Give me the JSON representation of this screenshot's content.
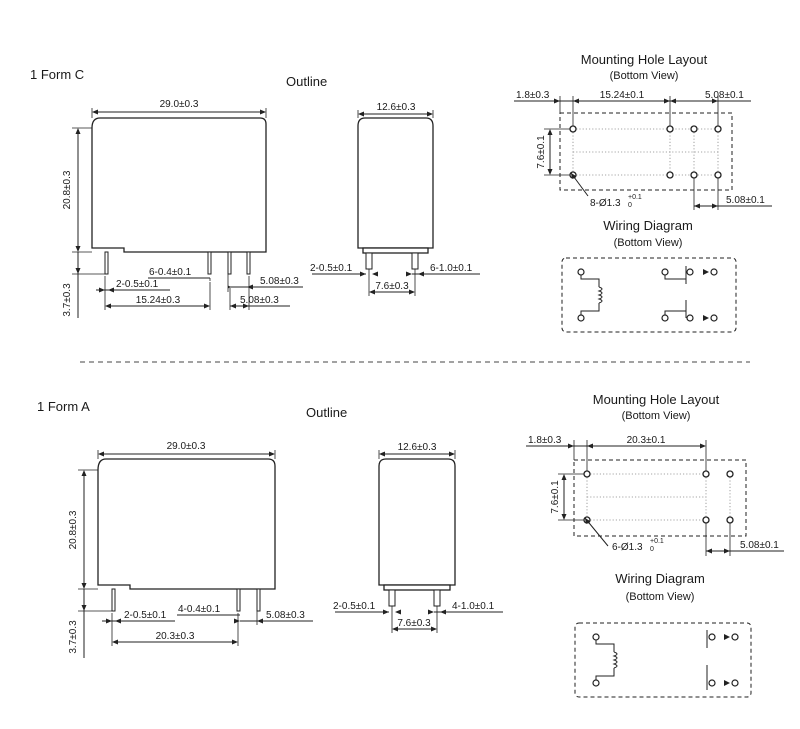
{
  "form_c": {
    "title": "1 Form C",
    "outline_title": "Outline",
    "front": {
      "width": "29.0±0.3",
      "height": "20.8±0.3",
      "pin_length": "3.7±0.3",
      "pin_width": "6-0.4±0.1",
      "pin_thickness": "2-0.5±0.1",
      "pitch_main": "15.24±0.3",
      "pitch_right_top": "5.08±0.3",
      "pitch_right_bottom": "5.08±0.3"
    },
    "side": {
      "width": "12.6±0.3",
      "pin_thickness": "2-0.5±0.1",
      "pin_width": "6-1.0±0.1",
      "pitch": "7.6±0.3"
    },
    "mounting": {
      "title": "Mounting Hole Layout",
      "subtitle": "(Bottom View)",
      "offset": "1.8±0.3",
      "pitch_main": "15.24±0.1",
      "pitch_right": "5.08±0.1",
      "row_pitch": "7.6±0.1",
      "holes": "8-Ø1.3",
      "tol_plus": "+0.1",
      "tol_zero": "0",
      "pitch_bottom": "5.08±0.1"
    },
    "wiring": {
      "title": "Wiring Diagram",
      "subtitle": "(Bottom View)"
    }
  },
  "form_a": {
    "title": "1 Form A",
    "outline_title": "Outline",
    "front": {
      "width": "29.0±0.3",
      "height": "20.8±0.3",
      "pin_length": "3.7±0.3",
      "pin_thickness": "2-0.5±0.1",
      "pin_width": "4-0.4±0.1",
      "pitch_main": "20.3±0.3",
      "pitch_right": "5.08±0.3"
    },
    "side": {
      "width": "12.6±0.3",
      "pin_thickness": "2-0.5±0.1",
      "pin_width": "4-1.0±0.1",
      "pitch": "7.6±0.3"
    },
    "mounting": {
      "title": "Mounting Hole Layout",
      "subtitle": "(Bottom View)",
      "offset": "1.8±0.3",
      "pitch_main": "20.3±0.1",
      "row_pitch": "7.6±0.1",
      "holes": "6-Ø1.3",
      "tol_plus": "+0.1",
      "tol_zero": "0",
      "pitch_bottom": "5.08±0.1"
    },
    "wiring": {
      "title": "Wiring Diagram",
      "subtitle": "(Bottom View)"
    }
  }
}
